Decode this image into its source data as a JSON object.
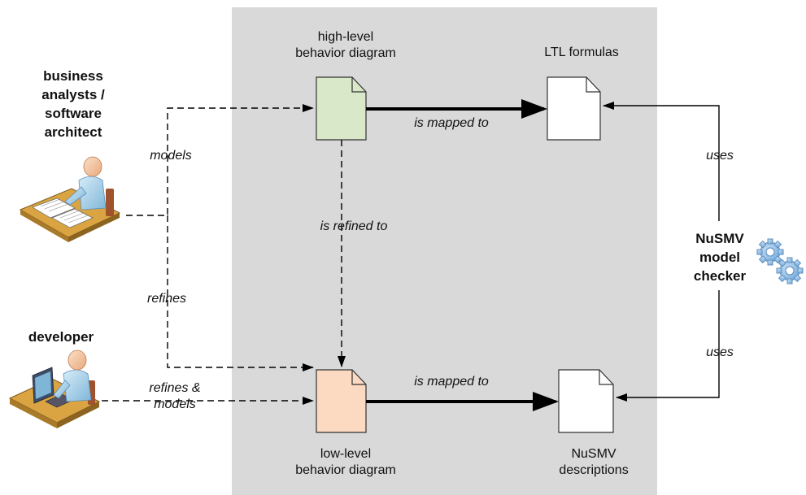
{
  "actors": {
    "business": {
      "line1": "business",
      "line2": "analysts /",
      "line3": "software",
      "line4": "architect"
    },
    "developer": {
      "label": "developer"
    }
  },
  "tool": {
    "line1": "NuSMV",
    "line2": "model",
    "line3": "checker"
  },
  "artifacts": {
    "high_level": {
      "line1": "high-level",
      "line2": "behavior diagram"
    },
    "ltl": {
      "label": "LTL formulas"
    },
    "low_level": {
      "line1": "low-level",
      "line2": "behavior diagram"
    },
    "nusmv_desc": {
      "line1": "NuSMV",
      "line2": "descriptions"
    }
  },
  "edges": {
    "models": "models",
    "refines": "refines",
    "refines_models_1": "refines &",
    "refines_models_2": "models",
    "is_mapped_to_top": "is mapped to",
    "is_mapped_to_bottom": "is mapped to",
    "is_refined_to": "is refined to",
    "uses_top": "uses",
    "uses_bottom": "uses"
  },
  "colors": {
    "panel": "#d9d9d9",
    "high_level_doc": "#d9e8c8",
    "low_level_doc": "#fcd9c1",
    "plain_doc": "#ffffff",
    "gear": "#9dc3e6"
  },
  "icons": [
    "business-analyst-desk-icon",
    "developer-computer-icon",
    "gears-icon",
    "document-icon"
  ]
}
